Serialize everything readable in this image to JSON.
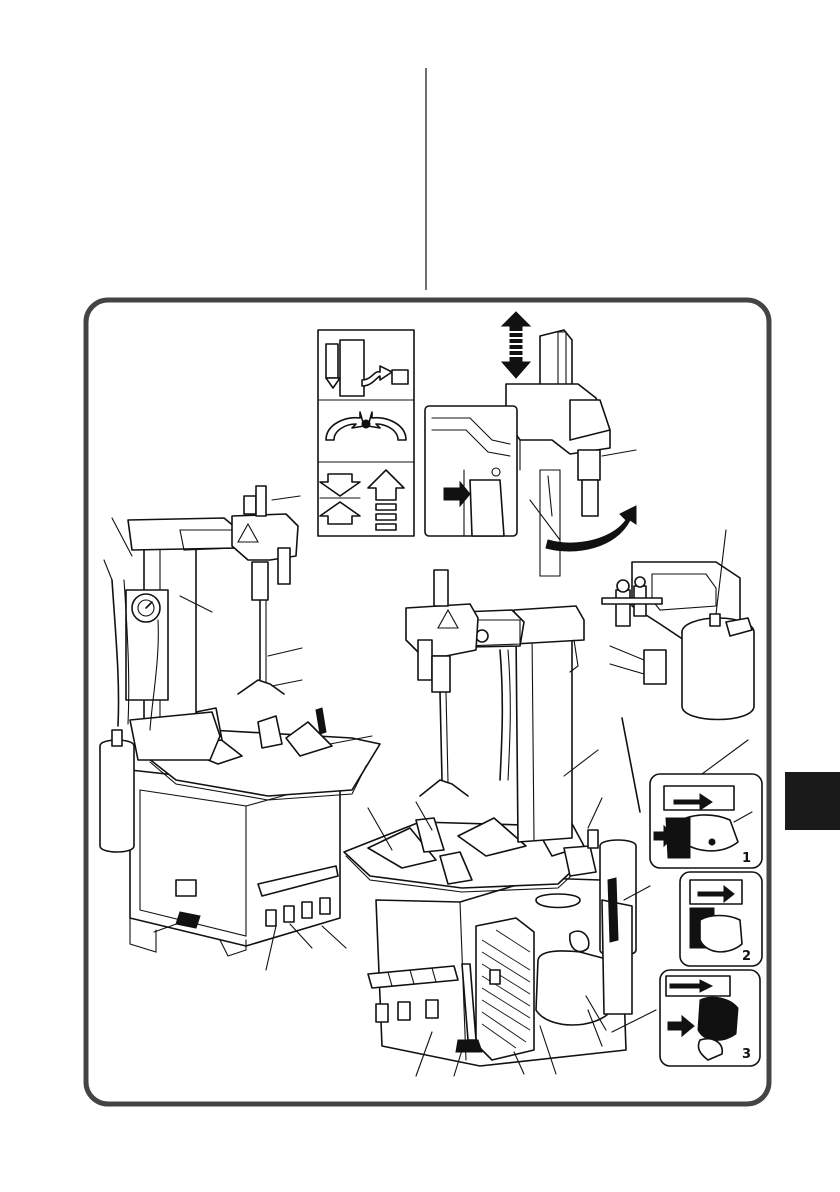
{
  "inset_step_labels": [
    "1",
    "2",
    "3"
  ],
  "side_tab_color": "#1a1a1a",
  "frame_color": "#444444",
  "line_color": "#111111"
}
